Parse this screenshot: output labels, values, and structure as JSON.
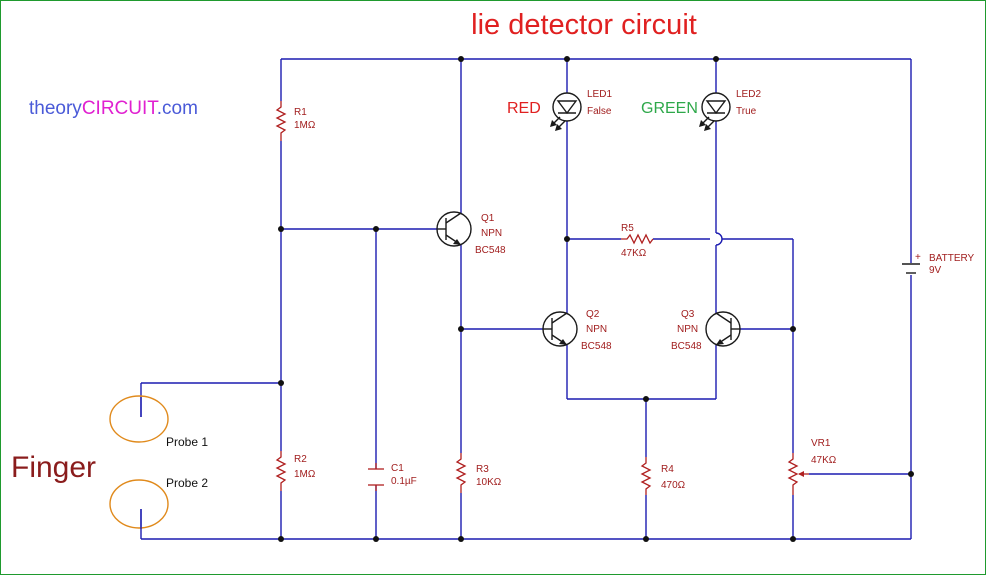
{
  "title": "lie detector circuit",
  "brand": {
    "prefix": "theory",
    "highlight": "CIRCUIT",
    "suffix": ".com"
  },
  "finger_label": "Finger",
  "probes": {
    "probe1": "Probe 1",
    "probe2": "Probe 2"
  },
  "indicators": {
    "red": "RED",
    "green": "GREEN"
  },
  "components": {
    "R1": {
      "ref": "R1",
      "value": "1MΩ"
    },
    "R2": {
      "ref": "R2",
      "value": "1MΩ"
    },
    "R3": {
      "ref": "R3",
      "value": "10KΩ"
    },
    "R4": {
      "ref": "R4",
      "value": "470Ω"
    },
    "R5": {
      "ref": "R5",
      "value": "47KΩ"
    },
    "C1": {
      "ref": "C1",
      "value": "0.1µF"
    },
    "VR1": {
      "ref": "VR1",
      "value": "47KΩ"
    },
    "LED1": {
      "ref": "LED1",
      "value": "False"
    },
    "LED2": {
      "ref": "LED2",
      "value": "True"
    },
    "Q1": {
      "ref": "Q1",
      "type": "NPN",
      "part": "BC548"
    },
    "Q2": {
      "ref": "Q2",
      "type": "NPN",
      "part": "BC548"
    },
    "Q3": {
      "ref": "Q3",
      "type": "NPN",
      "part": "BC548"
    },
    "battery": {
      "ref": "BATTERY",
      "value": "9V",
      "polarity": "+"
    }
  },
  "colors": {
    "wire": "#1c1cb0",
    "component": "#b02020",
    "title": "#e02020",
    "brand_prefix": "#4a5ad8",
    "brand_highlight": "#e020d0",
    "finger": "#8a1c1c",
    "probe_outline": "#e08a1c",
    "green_label": "#2ea84a",
    "frame": "#1f9a2e"
  }
}
